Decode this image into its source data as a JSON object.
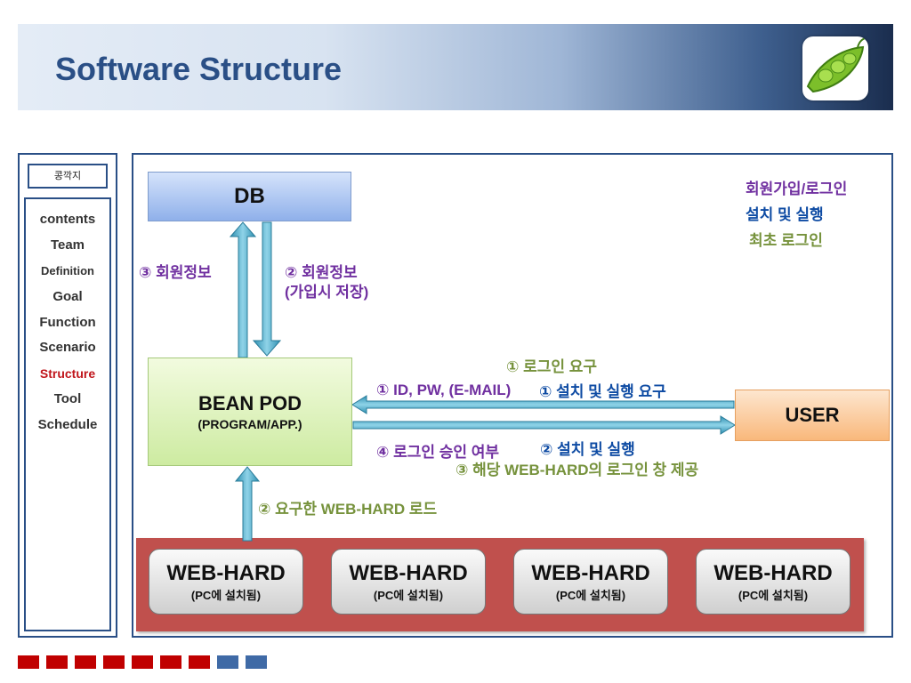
{
  "header": {
    "title": "Software Structure"
  },
  "sidebar": {
    "title": "콩깍지",
    "items": [
      {
        "label": "contents"
      },
      {
        "label": "Team"
      },
      {
        "label": "Definition"
      },
      {
        "label": "Goal"
      },
      {
        "label": "Function"
      },
      {
        "label": "Scenario"
      },
      {
        "label": "Structure"
      },
      {
        "label": "Tool"
      },
      {
        "label": "Schedule"
      }
    ]
  },
  "diagram": {
    "db": "DB",
    "beanpod": {
      "title": "BEAN POD",
      "subtitle": "(PROGRAM/APP.)"
    },
    "user": "USER",
    "webhards": [
      {
        "title": "WEB-HARD",
        "subtitle": "(PC에 설치됨)"
      },
      {
        "title": "WEB-HARD",
        "subtitle": "(PC에 설치됨)"
      },
      {
        "title": "WEB-HARD",
        "subtitle": "(PC에 설치됨)"
      },
      {
        "title": "WEB-HARD",
        "subtitle": "(PC에 설치됨)"
      }
    ],
    "legend": {
      "signup": "회원가입/로그인",
      "install": "설치 및 실행",
      "first_login": "최초 로그인"
    },
    "labels": {
      "db_up": "③ 회원정보",
      "db_down_1": "② 회원정보",
      "db_down_2": "(가입시 저장)",
      "login_request": "① 로그인 요구",
      "id_pw": "① ID, PW, (E-MAIL)",
      "install_request": "① 설치 및 실행 요구",
      "login_approval": "④ 로그인 승인 여부",
      "install_run": "② 설치 및 실행",
      "login_window": "③ 해당 WEB-HARD의 로그인 창 제공",
      "webhard_load": "② 요구한 WEB-HARD 로드"
    }
  },
  "footer": {
    "colors": [
      "#c00000",
      "#c00000",
      "#c00000",
      "#c00000",
      "#c00000",
      "#c00000",
      "#c00000",
      "#3f6aa6",
      "#3f6aa6"
    ]
  }
}
